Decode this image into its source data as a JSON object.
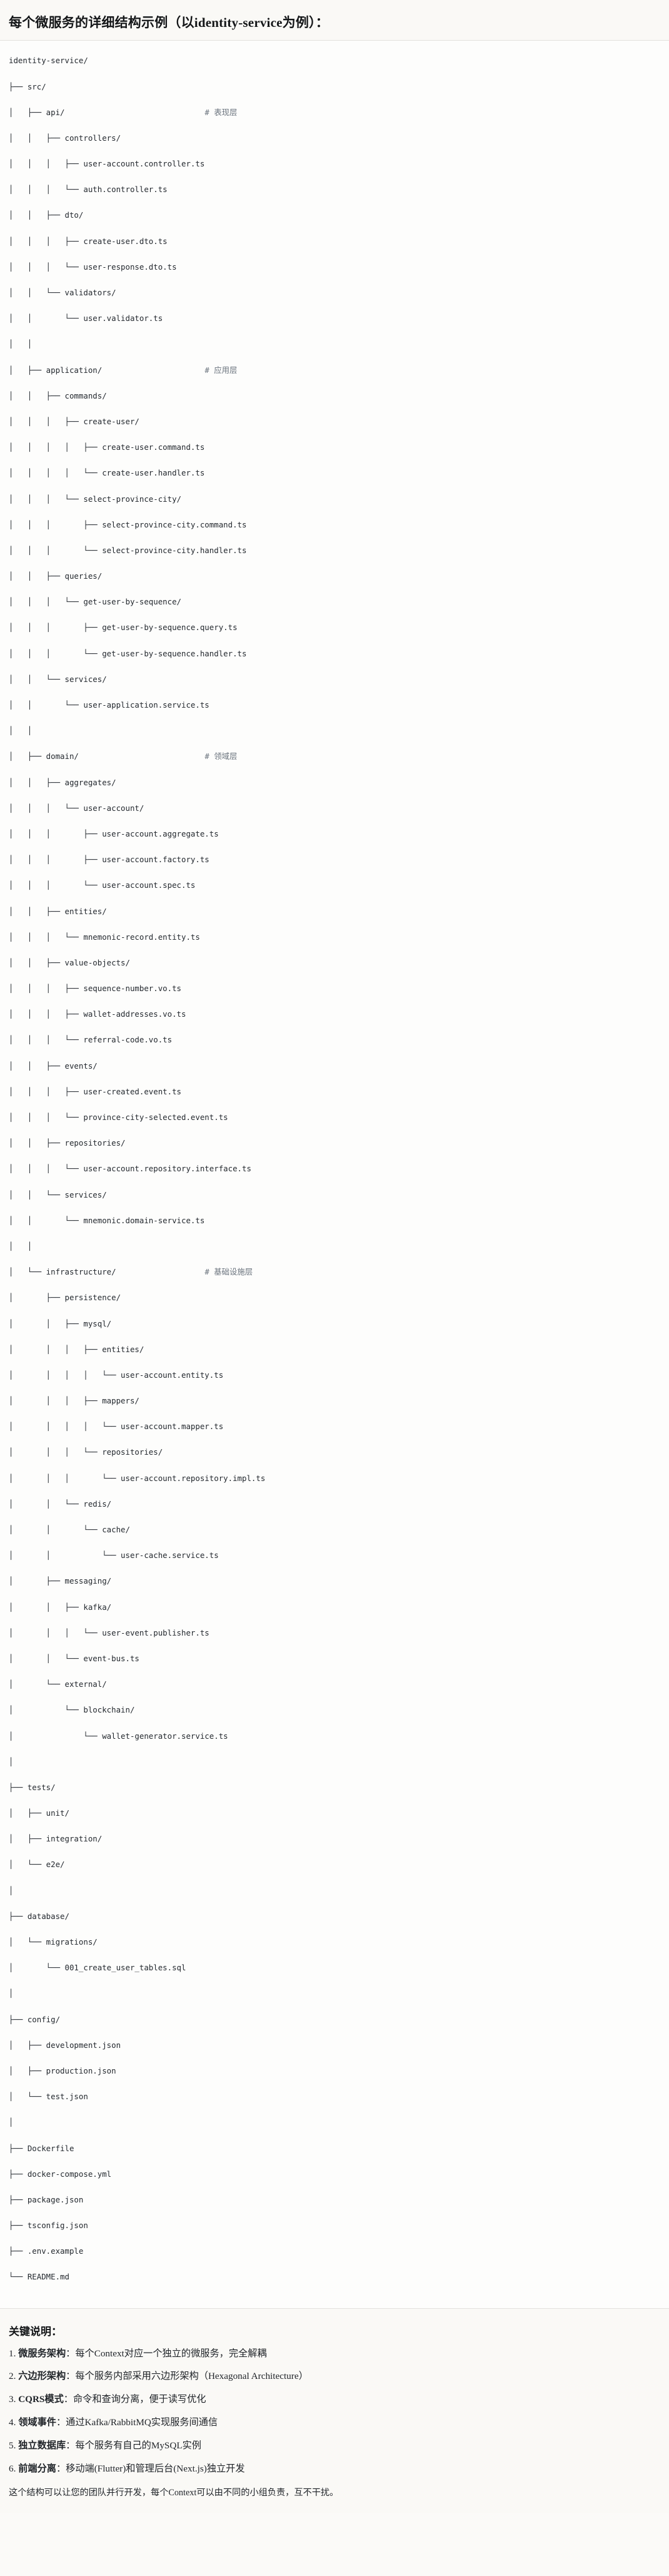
{
  "header": {
    "title": "每个微服务的详细结构示例（以identity-service为例）："
  },
  "tree": {
    "root_label": "identity-service/",
    "lines": [
      {
        "prefix": "",
        "name": "identity-service/",
        "comment": ""
      },
      {
        "prefix": "├── ",
        "name": "src/",
        "comment": ""
      },
      {
        "prefix": "│   ├── ",
        "name": "api/",
        "comment": "# 表现层"
      },
      {
        "prefix": "│   │   ├── ",
        "name": "controllers/",
        "comment": ""
      },
      {
        "prefix": "│   │   │   ├── ",
        "name": "user-account.controller.ts",
        "comment": ""
      },
      {
        "prefix": "│   │   │   └── ",
        "name": "auth.controller.ts",
        "comment": ""
      },
      {
        "prefix": "│   │   ├── ",
        "name": "dto/",
        "comment": ""
      },
      {
        "prefix": "│   │   │   ├── ",
        "name": "create-user.dto.ts",
        "comment": ""
      },
      {
        "prefix": "│   │   │   └── ",
        "name": "user-response.dto.ts",
        "comment": ""
      },
      {
        "prefix": "│   │   └── ",
        "name": "validators/",
        "comment": ""
      },
      {
        "prefix": "│   │       └── ",
        "name": "user.validator.ts",
        "comment": ""
      },
      {
        "prefix": "│   │",
        "name": "",
        "comment": ""
      },
      {
        "prefix": "│   ├── ",
        "name": "application/",
        "comment": "# 应用层"
      },
      {
        "prefix": "│   │   ├── ",
        "name": "commands/",
        "comment": ""
      },
      {
        "prefix": "│   │   │   ├── ",
        "name": "create-user/",
        "comment": ""
      },
      {
        "prefix": "│   │   │   │   ├── ",
        "name": "create-user.command.ts",
        "comment": ""
      },
      {
        "prefix": "│   │   │   │   └── ",
        "name": "create-user.handler.ts",
        "comment": ""
      },
      {
        "prefix": "│   │   │   └── ",
        "name": "select-province-city/",
        "comment": ""
      },
      {
        "prefix": "│   │   │       ├── ",
        "name": "select-province-city.command.ts",
        "comment": ""
      },
      {
        "prefix": "│   │   │       └── ",
        "name": "select-province-city.handler.ts",
        "comment": ""
      },
      {
        "prefix": "│   │   ├── ",
        "name": "queries/",
        "comment": ""
      },
      {
        "prefix": "│   │   │   └── ",
        "name": "get-user-by-sequence/",
        "comment": ""
      },
      {
        "prefix": "│   │   │       ├── ",
        "name": "get-user-by-sequence.query.ts",
        "comment": ""
      },
      {
        "prefix": "│   │   │       └── ",
        "name": "get-user-by-sequence.handler.ts",
        "comment": ""
      },
      {
        "prefix": "│   │   └── ",
        "name": "services/",
        "comment": ""
      },
      {
        "prefix": "│   │       └── ",
        "name": "user-application.service.ts",
        "comment": ""
      },
      {
        "prefix": "│   │",
        "name": "",
        "comment": ""
      },
      {
        "prefix": "│   ├── ",
        "name": "domain/",
        "comment": "# 领域层"
      },
      {
        "prefix": "│   │   ├── ",
        "name": "aggregates/",
        "comment": ""
      },
      {
        "prefix": "│   │   │   └── ",
        "name": "user-account/",
        "comment": ""
      },
      {
        "prefix": "│   │   │       ├── ",
        "name": "user-account.aggregate.ts",
        "comment": ""
      },
      {
        "prefix": "│   │   │       ├── ",
        "name": "user-account.factory.ts",
        "comment": ""
      },
      {
        "prefix": "│   │   │       └── ",
        "name": "user-account.spec.ts",
        "comment": ""
      },
      {
        "prefix": "│   │   ├── ",
        "name": "entities/",
        "comment": ""
      },
      {
        "prefix": "│   │   │   └── ",
        "name": "mnemonic-record.entity.ts",
        "comment": ""
      },
      {
        "prefix": "│   │   ├── ",
        "name": "value-objects/",
        "comment": ""
      },
      {
        "prefix": "│   │   │   ├── ",
        "name": "sequence-number.vo.ts",
        "comment": ""
      },
      {
        "prefix": "│   │   │   ├── ",
        "name": "wallet-addresses.vo.ts",
        "comment": ""
      },
      {
        "prefix": "│   │   │   └── ",
        "name": "referral-code.vo.ts",
        "comment": ""
      },
      {
        "prefix": "│   │   ├── ",
        "name": "events/",
        "comment": ""
      },
      {
        "prefix": "│   │   │   ├── ",
        "name": "user-created.event.ts",
        "comment": ""
      },
      {
        "prefix": "│   │   │   └── ",
        "name": "province-city-selected.event.ts",
        "comment": ""
      },
      {
        "prefix": "│   │   ├── ",
        "name": "repositories/",
        "comment": ""
      },
      {
        "prefix": "│   │   │   └── ",
        "name": "user-account.repository.interface.ts",
        "comment": ""
      },
      {
        "prefix": "│   │   └── ",
        "name": "services/",
        "comment": ""
      },
      {
        "prefix": "│   │       └── ",
        "name": "mnemonic.domain-service.ts",
        "comment": ""
      },
      {
        "prefix": "│   │",
        "name": "",
        "comment": ""
      },
      {
        "prefix": "│   └── ",
        "name": "infrastructure/",
        "comment": "# 基础设施层"
      },
      {
        "prefix": "│       ├── ",
        "name": "persistence/",
        "comment": ""
      },
      {
        "prefix": "│       │   ├── ",
        "name": "mysql/",
        "comment": ""
      },
      {
        "prefix": "│       │   │   ├── ",
        "name": "entities/",
        "comment": ""
      },
      {
        "prefix": "│       │   │   │   └── ",
        "name": "user-account.entity.ts",
        "comment": ""
      },
      {
        "prefix": "│       │   │   ├── ",
        "name": "mappers/",
        "comment": ""
      },
      {
        "prefix": "│       │   │   │   └── ",
        "name": "user-account.mapper.ts",
        "comment": ""
      },
      {
        "prefix": "│       │   │   └── ",
        "name": "repositories/",
        "comment": ""
      },
      {
        "prefix": "│       │   │       └── ",
        "name": "user-account.repository.impl.ts",
        "comment": ""
      },
      {
        "prefix": "│       │   └── ",
        "name": "redis/",
        "comment": ""
      },
      {
        "prefix": "│       │       └── ",
        "name": "cache/",
        "comment": ""
      },
      {
        "prefix": "│       │           └── ",
        "name": "user-cache.service.ts",
        "comment": ""
      },
      {
        "prefix": "│       ├── ",
        "name": "messaging/",
        "comment": ""
      },
      {
        "prefix": "│       │   ├── ",
        "name": "kafka/",
        "comment": ""
      },
      {
        "prefix": "│       │   │   └── ",
        "name": "user-event.publisher.ts",
        "comment": ""
      },
      {
        "prefix": "│       │   └── ",
        "name": "event-bus.ts",
        "comment": ""
      },
      {
        "prefix": "│       └── ",
        "name": "external/",
        "comment": ""
      },
      {
        "prefix": "│           └── ",
        "name": "blockchain/",
        "comment": ""
      },
      {
        "prefix": "│               └── ",
        "name": "wallet-generator.service.ts",
        "comment": ""
      },
      {
        "prefix": "│",
        "name": "",
        "comment": ""
      },
      {
        "prefix": "├── ",
        "name": "tests/",
        "comment": ""
      },
      {
        "prefix": "│   ├── ",
        "name": "unit/",
        "comment": ""
      },
      {
        "prefix": "│   ├── ",
        "name": "integration/",
        "comment": ""
      },
      {
        "prefix": "│   └── ",
        "name": "e2e/",
        "comment": ""
      },
      {
        "prefix": "│",
        "name": "",
        "comment": ""
      },
      {
        "prefix": "├── ",
        "name": "database/",
        "comment": ""
      },
      {
        "prefix": "│   └── ",
        "name": "migrations/",
        "comment": ""
      },
      {
        "prefix": "│       └── ",
        "name": "001_create_user_tables.sql",
        "comment": ""
      },
      {
        "prefix": "│",
        "name": "",
        "comment": ""
      },
      {
        "prefix": "├── ",
        "name": "config/",
        "comment": ""
      },
      {
        "prefix": "│   ├── ",
        "name": "development.json",
        "comment": ""
      },
      {
        "prefix": "│   ├── ",
        "name": "production.json",
        "comment": ""
      },
      {
        "prefix": "│   └── ",
        "name": "test.json",
        "comment": ""
      },
      {
        "prefix": "│",
        "name": "",
        "comment": ""
      },
      {
        "prefix": "├── ",
        "name": "Dockerfile",
        "comment": ""
      },
      {
        "prefix": "├── ",
        "name": "docker-compose.yml",
        "comment": ""
      },
      {
        "prefix": "├── ",
        "name": "package.json",
        "comment": ""
      },
      {
        "prefix": "├── ",
        "name": "tsconfig.json",
        "comment": ""
      },
      {
        "prefix": "├── ",
        "name": ".env.example",
        "comment": ""
      },
      {
        "prefix": "└── ",
        "name": "README.md",
        "comment": ""
      }
    ],
    "comment_column": 42
  },
  "notes": {
    "title": "关键说明：",
    "items": [
      {
        "num": "1.",
        "key": "微服务架构",
        "text": "：每个Context对应一个独立的微服务，完全解耦"
      },
      {
        "num": "2.",
        "key": "六边形架构",
        "text": "：每个服务内部采用六边形架构（Hexagonal Architecture）"
      },
      {
        "num": "3.",
        "key": "CQRS模式",
        "text": "：命令和查询分离，便于读写优化"
      },
      {
        "num": "4.",
        "key": "领域事件",
        "text": "：通过Kafka/RabbitMQ实现服务间通信"
      },
      {
        "num": "5.",
        "key": "独立数据库",
        "text": "：每个服务有自己的MySQL实例"
      },
      {
        "num": "6.",
        "key": "前端分离",
        "text": "：移动端(Flutter)和管理后台(Next.js)独立开发"
      }
    ],
    "footer": "这个结构可以让您的团队并行开发，每个Context可以由不同的小组负责，互不干扰。"
  },
  "colors": {
    "page_background": "#fbfaf8",
    "tree_background": "#fdfdfc",
    "text": "#1f2328",
    "comment": "#6a737d",
    "divider": "#e3e1dd"
  }
}
